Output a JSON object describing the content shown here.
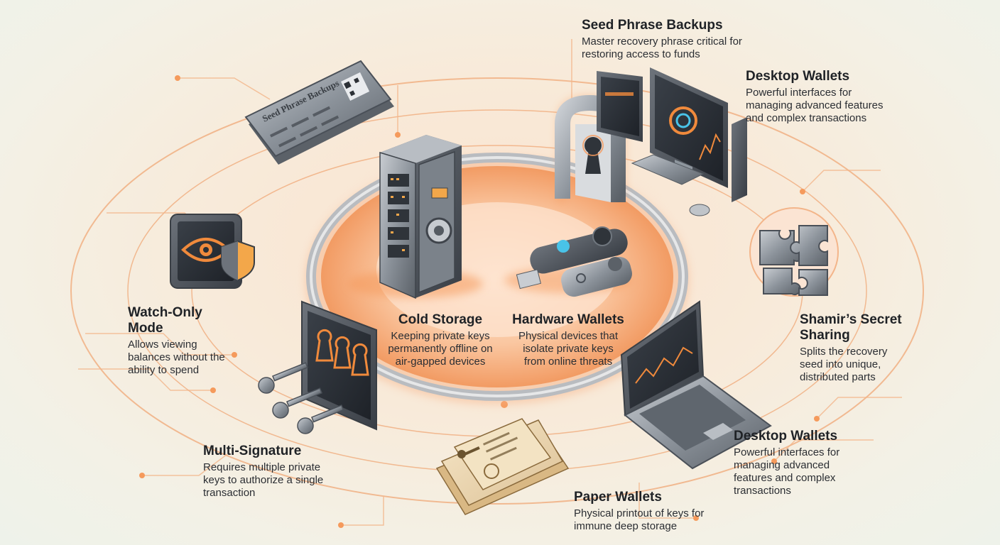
{
  "labels": {
    "seed_phrase_backups": {
      "title": "Seed Phrase Backups",
      "desc": "Master recovery phrase critical for restoring access to funds"
    },
    "desktop_wallets_top": {
      "title": "Desktop Wallets",
      "desc": "Powerful interfaces for managing advanced features and complex transactions"
    },
    "watch_only_mode": {
      "title": "Watch-Only Mode",
      "desc": "Allows viewing balances without the ability to spend"
    },
    "cold_storage": {
      "title": "Cold Storage",
      "desc": "Keeping private keys permanently offline on air-gapped devices"
    },
    "hardware_wallets": {
      "title": "Hardware Wallets",
      "desc": "Physical devices that isolate private keys from online threats"
    },
    "shamirs_secret_sharing": {
      "title": "Shamir’s Secret Sharing",
      "desc": "Splits the recovery seed into unique, distributed parts"
    },
    "multi_signature": {
      "title": "Multi-Signature",
      "desc": "Requires multiple private keys to authorize a single transaction"
    },
    "desktop_wallets_bottom": {
      "title": "Desktop Wallets",
      "desc": "Powerful interfaces for managing advanced features and complex transactions"
    },
    "paper_wallets": {
      "title": "Paper Wallets",
      "desc": "Physical printout of keys for immune deep storage"
    }
  },
  "illustrations": {
    "seed_plate_text": "Seed Phrase Backups"
  },
  "colors": {
    "accent_orange": "#f08a3c",
    "glow": "#ffb27a",
    "metal": "#8e969e",
    "dark_metal": "#4a5058",
    "screen": "#2a2f36",
    "text": "#1f2226"
  }
}
